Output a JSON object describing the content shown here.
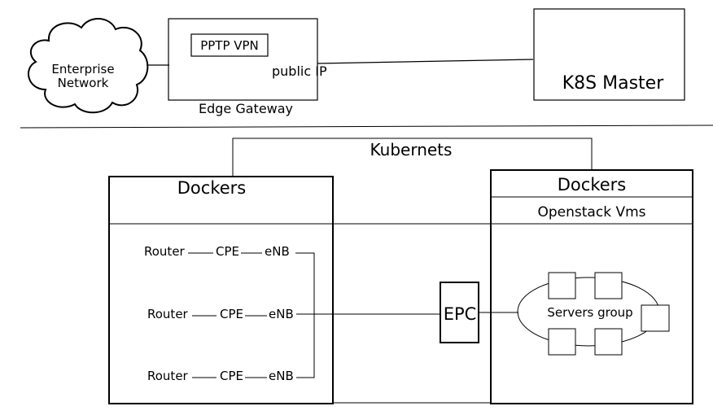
{
  "diagram": {
    "top": {
      "cloud_label_line1": "Enterprise",
      "cloud_label_line2": "Network",
      "vpn_label": "PPTP VPN",
      "public_ip_label": "public IP",
      "edge_gateway_label": "Edge Gateway",
      "k8s_master_label": "K8S Master"
    },
    "bottom": {
      "kubernetes_label": "Kubernets",
      "left_dockers_title": "Dockers",
      "right_dockers_title": "Dockers",
      "openstack_label": "Openstack Vms",
      "epc_label": "EPC",
      "servers_group_label": "Servers group",
      "rows": [
        {
          "router": "Router",
          "cpe": "CPE",
          "enb": "eNB"
        },
        {
          "router": "Router",
          "cpe": "CPE",
          "enb": "eNB"
        },
        {
          "router": "Router",
          "cpe": "CPE",
          "enb": "eNB"
        }
      ]
    }
  }
}
